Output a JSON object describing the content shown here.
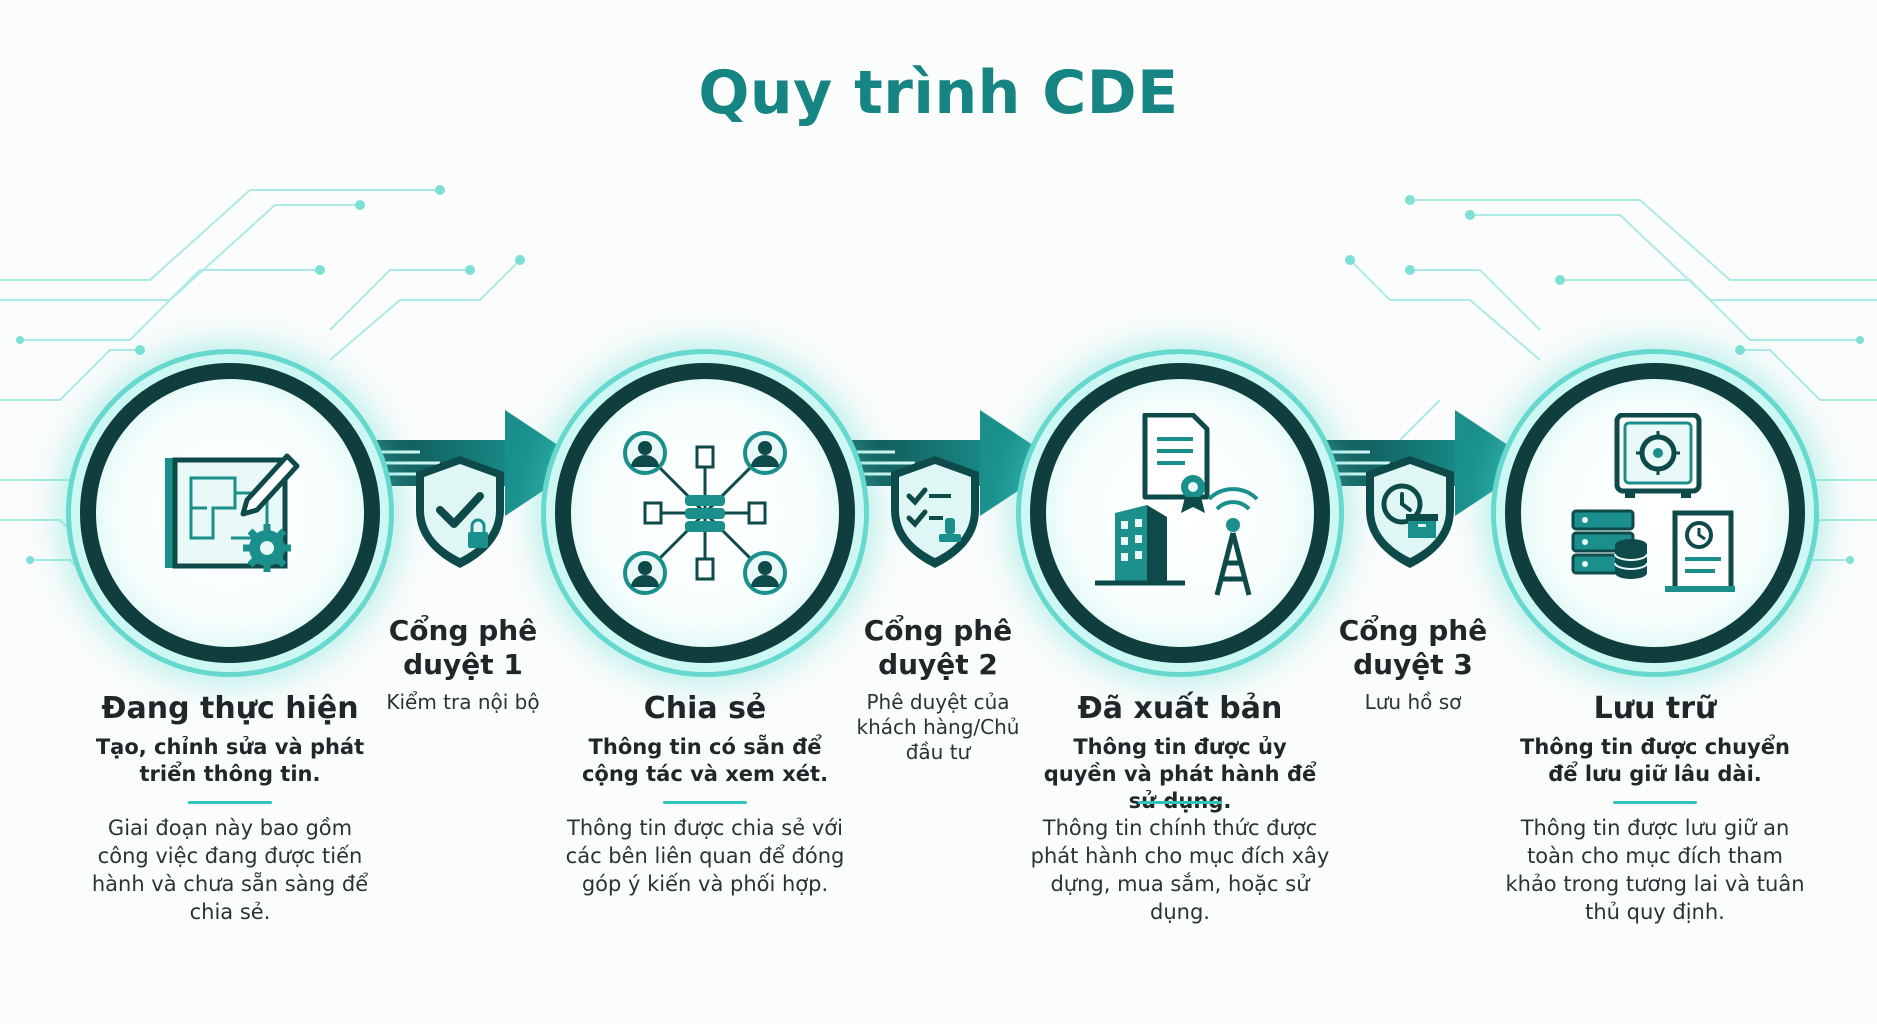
{
  "title": "Quy trình CDE",
  "colors": {
    "accent": "#168482",
    "dark_teal": "#103e3e",
    "glow": "#50ded0",
    "rule": "#2fc3b9",
    "text": "#1e2829"
  },
  "stages": [
    {
      "icon": "blueprint-edit-icon",
      "name": "Đang thực hiện",
      "subtitle": "Tạo, chỉnh sửa và phát triển thông tin.",
      "description": "Giai đoạn này bao gồm công việc đang được tiến hành và chưa sẵn sàng để chia sẻ."
    },
    {
      "icon": "collaboration-network-icon",
      "name": "Chia sẻ",
      "subtitle": "Thông tin có sẵn để cộng tác và xem xét.",
      "description": "Thông tin được chia sẻ với các bên liên quan để đóng góp ý kiến và phối hợp."
    },
    {
      "icon": "published-certificate-icon",
      "name": "Đã xuất bản",
      "subtitle": "Thông tin được ủy quyền và phát hành để sử dụng.",
      "description": "Thông tin chính thức được phát hành cho mục đích xây dựng, mua sắm, hoặc sử dụng."
    },
    {
      "icon": "archive-vault-icon",
      "name": "Lưu trữ",
      "subtitle": "Thông tin được chuyển để lưu giữ lâu dài.",
      "description": "Thông tin được lưu giữ an toàn cho mục đích tham khảo trong tương lai và tuân thủ quy định."
    }
  ],
  "gates": [
    {
      "icon": "shield-check-lock-icon",
      "name": "Cổng phê duyệt 1",
      "description": "Kiểm tra nội bộ"
    },
    {
      "icon": "shield-checklist-stamp-icon",
      "name": "Cổng phê duyệt 2",
      "description": "Phê duyệt của khách hàng/Chủ đầu tư"
    },
    {
      "icon": "shield-clock-box-icon",
      "name": "Cổng phê duyệt 3",
      "description": "Lưu hồ sơ"
    }
  ]
}
